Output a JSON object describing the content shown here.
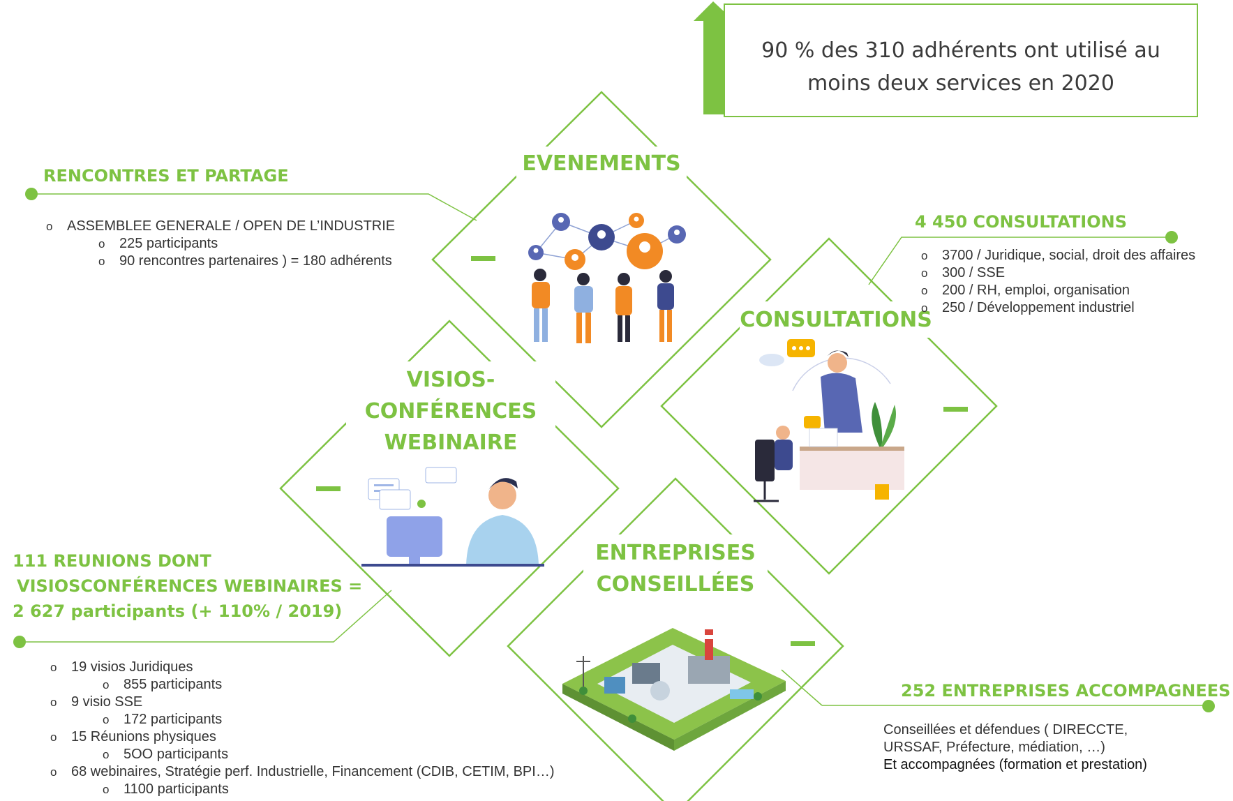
{
  "banner": {
    "line1": "90 % des 310 adhérents ont utilisé au",
    "line2": "moins deux services en 2020"
  },
  "diamonds": {
    "evenements": "EVENEMENTS",
    "consultations": "CONSULTATIONS",
    "visios_line1": "VISIOS-",
    "visios_line2": "CONFÉRENCES",
    "visios_line3": "WEBINAIRE",
    "entreprises_line1": "ENTREPRISES",
    "entreprises_line2": "CONSEILLÉES"
  },
  "rencontres": {
    "title": "RENCONTRES ET PARTAGE",
    "items": [
      {
        "text": "ASSEMBLEE GENERALE / OPEN DE L’INDUSTRIE",
        "level": 1
      },
      {
        "text": "225 participants",
        "level": 2
      },
      {
        "text": "90 rencontres partenaires ) = 180 adhérents",
        "level": 2
      }
    ]
  },
  "consultations_info": {
    "title": "4 450 CONSULTATIONS",
    "items": [
      {
        "text": "3700 / Juridique, social, droit des affaires"
      },
      {
        "text": "300 / SSE"
      },
      {
        "text": "200 / RH, emploi, organisation"
      },
      {
        "text": "250 / Développement industriel"
      }
    ]
  },
  "reunions": {
    "title_line1": "111 REUNIONS DONT",
    "title_line2": "VISIOSCONFÉRENCES WEBINAIRES =",
    "title_line3": "2 627 participants (+ 110% / 2019)",
    "items": [
      {
        "text": "19 visios Juridiques",
        "level": 1
      },
      {
        "text": "855 participants",
        "level": 2
      },
      {
        "text": "9 visio SSE",
        "level": 1
      },
      {
        "text": "172 participants",
        "level": 2
      },
      {
        "text": "15 Réunions physiques",
        "level": 1
      },
      {
        "text": "5OO participants",
        "level": 2
      },
      {
        "text": "68 webinaires, Stratégie perf. Industrielle, Financement (CDIB, CETIM, BPI…)",
        "level": 1
      },
      {
        "text": "1100 participants",
        "level": 2
      }
    ]
  },
  "entreprises_info": {
    "title": "252 ENTREPRISES ACCOMPAGNEES",
    "line1": "Conseillées et défendues ( DIRECCTE,",
    "line2": "URSSAF, Préfecture, médiation, …)",
    "line3": "Et accompagnées (formation et prestation)"
  },
  "colors": {
    "accent": "#7dc242",
    "text": "#333333",
    "orange": "#f28a24",
    "navy": "#3d4a8f"
  }
}
